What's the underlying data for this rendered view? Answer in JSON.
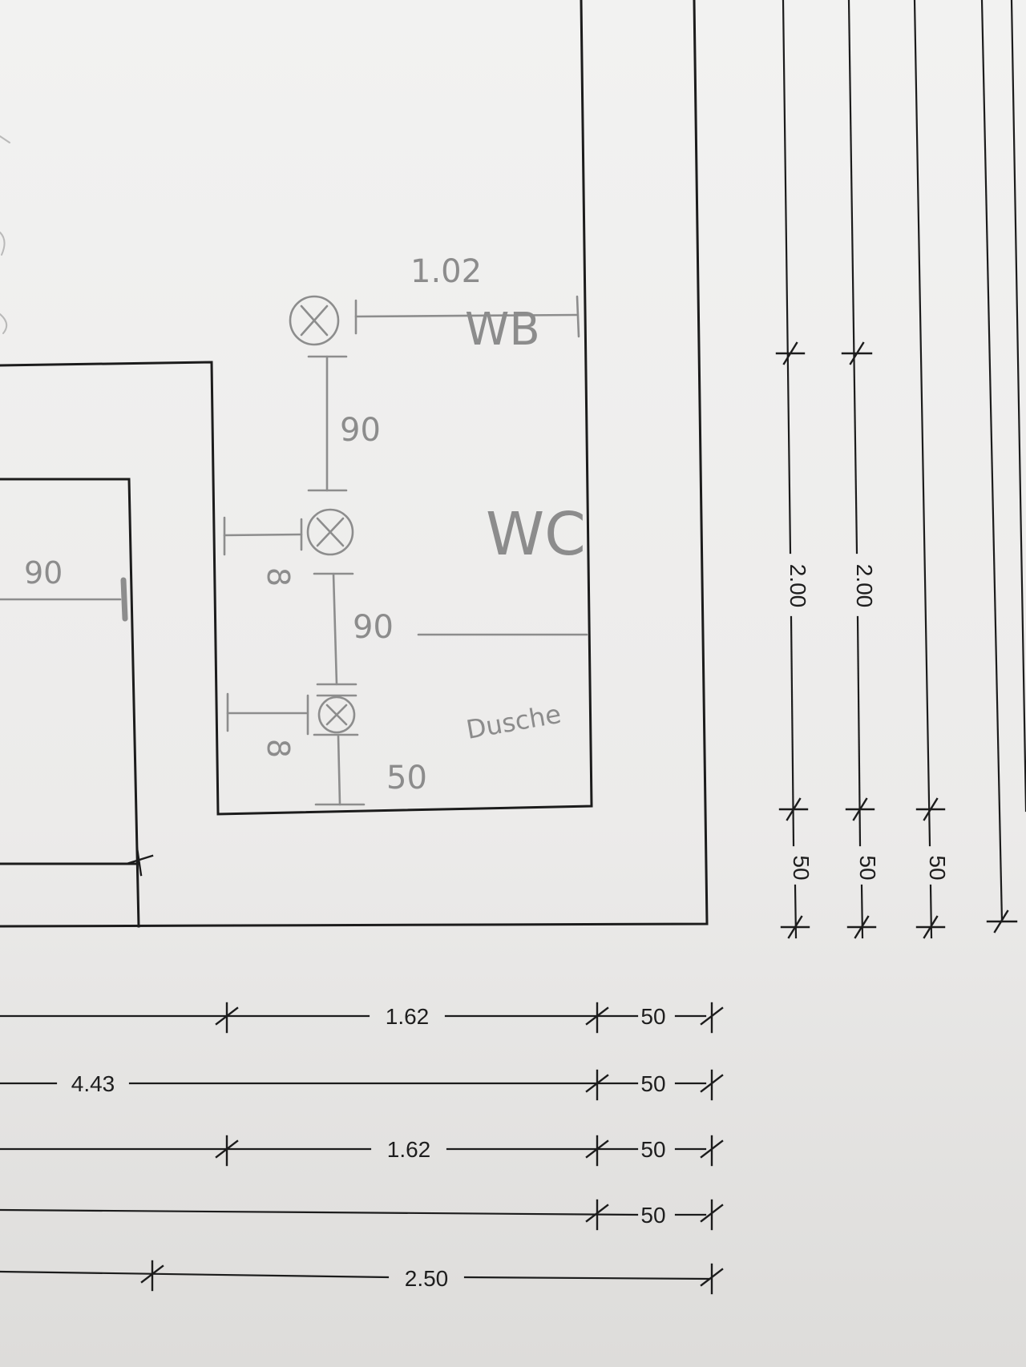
{
  "drawing": {
    "room_labels": {
      "wc": "WC",
      "wb": "WB",
      "dusche": "Dusche"
    },
    "pencil_dimensions": {
      "wb_distance": "1.02",
      "upper_spacing": "90",
      "middle_spacing": "90",
      "bottom_spacing": "50",
      "wall_offset_1": "8",
      "wall_offset_2": "8",
      "left_room_width": "90"
    },
    "vertical_dimensions": {
      "chain1_main": "2.00",
      "chain1_end": "50",
      "chain2_main": "2.00",
      "chain2_end": "50",
      "chain3_end": "50"
    },
    "horizontal_dimensions": {
      "row1_main": "1.62",
      "row1_end": "50",
      "row2_main": "4.43",
      "row2_end": "50",
      "row3_main": "1.62",
      "row3_end": "50",
      "row4_end": "50",
      "row5_main": "2.50"
    }
  }
}
